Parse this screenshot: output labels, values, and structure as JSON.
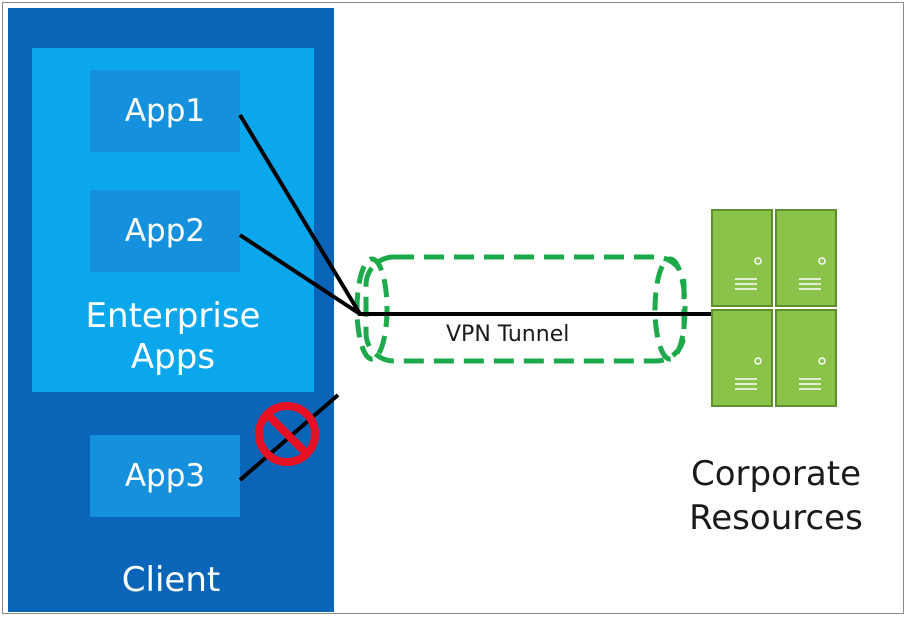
{
  "client": {
    "label": "Client",
    "enterprise_label": "Enterprise\nApps",
    "apps": [
      "App1",
      "App2",
      "App3"
    ]
  },
  "tunnel": {
    "label": "VPN Tunnel"
  },
  "corporate": {
    "label": "Corporate\nResources"
  },
  "colors": {
    "client_bg": "#0a64b8",
    "enterprise_bg": "#0ba7ec",
    "app_bg": "#1490dc",
    "tunnel_stroke": "#1daa4a",
    "server_fill": "#8ac24a",
    "blocked_red": "#e81123"
  },
  "icons": {
    "blocked": "no-entry-icon",
    "servers": "server-rack-icon"
  }
}
